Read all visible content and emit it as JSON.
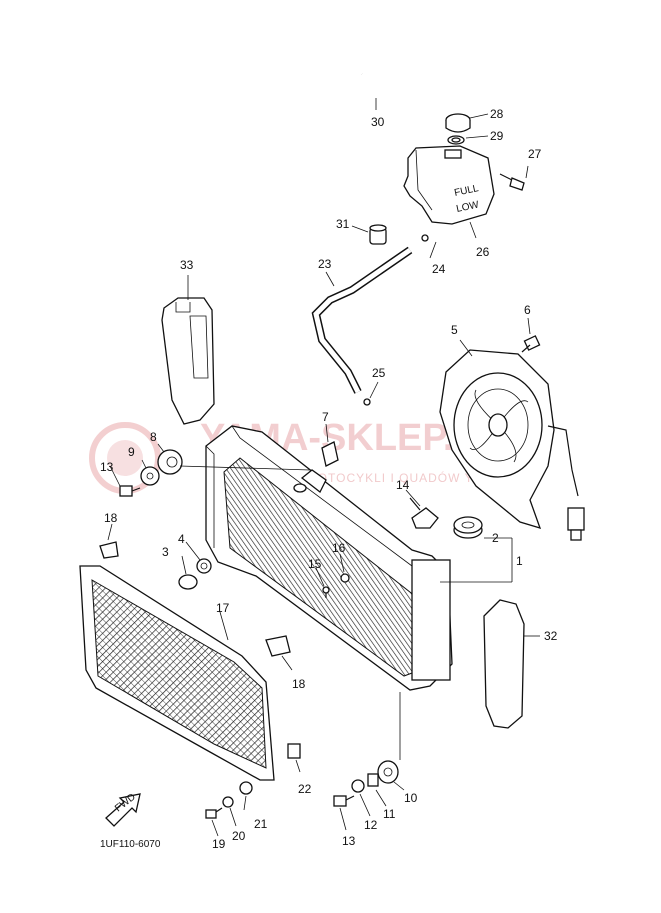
{
  "watermark": {
    "brand": "YAMA-SKLEP.PL",
    "tagline": "CZĘŚCI DO MOTOCYKLI I QUADÓW YAMAHA"
  },
  "diagram_code": "1UF110-6070",
  "fwd_label": "FWD",
  "callouts": {
    "c1": "1",
    "c2": "2",
    "c3": "3",
    "c4": "4",
    "c5": "5",
    "c6": "6",
    "c7": "7",
    "c8": "8",
    "c9": "9",
    "c10": "10",
    "c11": "11",
    "c12": "12",
    "c13a": "13",
    "c13b": "13",
    "c14": "14",
    "c15": "15",
    "c16": "16",
    "c17": "17",
    "c18a": "18",
    "c18b": "18",
    "c19": "19",
    "c20": "20",
    "c21": "21",
    "c22": "22",
    "c23": "23",
    "c24": "24",
    "c25": "25",
    "c26": "26",
    "c27": "27",
    "c28": "28",
    "c29": "29",
    "c30": "30",
    "c31": "31",
    "c32": "32",
    "c33": "33"
  },
  "tank_markings": {
    "full": "FULL",
    "low": "LOW"
  }
}
